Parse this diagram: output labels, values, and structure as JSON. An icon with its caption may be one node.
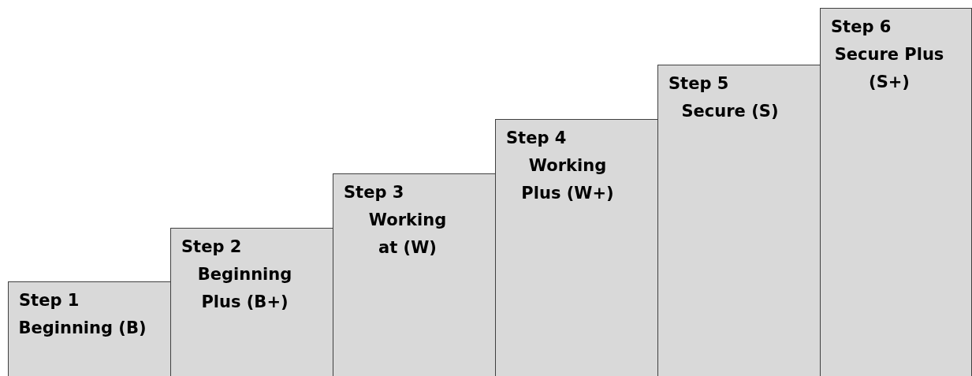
{
  "diagram": {
    "nodes": [
      {
        "text": [
          "Step 1",
          "Beginning (B)"
        ]
      },
      {
        "text": [
          "Step 2",
          "Beginning Plus (B+)"
        ]
      },
      {
        "text": [
          "Step 3",
          "Working at (W)"
        ]
      },
      {
        "text": [
          "Step 4",
          "Working Plus (W+)"
        ]
      },
      {
        "text": [
          "Step 5",
          "Secure (S)"
        ]
      },
      {
        "text": [
          "Step 6",
          "Secure Plus (S+)"
        ]
      }
    ],
    "edges": []
  }
}
